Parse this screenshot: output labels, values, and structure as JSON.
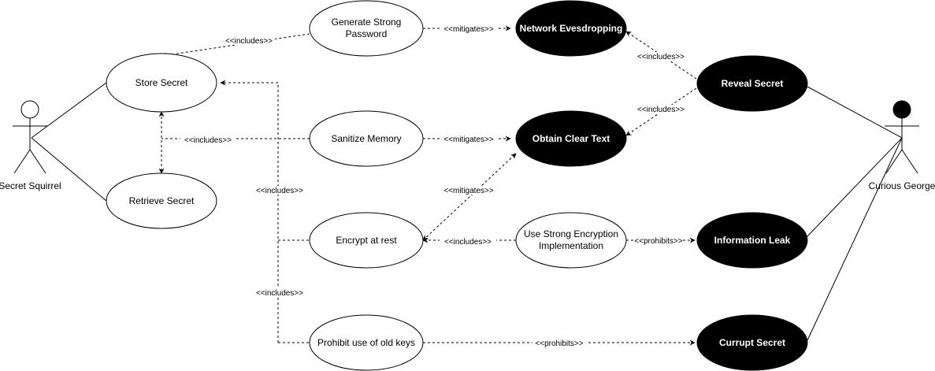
{
  "actors": {
    "left": {
      "label": "Secret Squirrel"
    },
    "right": {
      "label": "Curious George"
    }
  },
  "use_cases": {
    "store_secret": "Store Secret",
    "retrieve_secret": "Retrieve Secret",
    "generate_password_line1": "Generate Strong",
    "generate_password_line2": "Password",
    "sanitize_memory": "Sanitize Memory",
    "encrypt_at_rest": "Encrypt at rest",
    "prohibit_old_keys": "Prohibit use of old keys",
    "strong_encryption_line1": "Use Strong Encryption",
    "strong_encryption_line2": "Implementation"
  },
  "threats": {
    "network_eavesdropping": "Network Evesdropping",
    "obtain_clear_text": "Obtain Clear Text",
    "reveal_secret": "Reveal Secret",
    "information_leak": "Information Leak",
    "corrupt_secret": "Currupt Secret"
  },
  "relations": {
    "includes": "<<includes>>",
    "mitigates": "<<mitigates>>",
    "prohibits": "<<prohibits>>"
  }
}
